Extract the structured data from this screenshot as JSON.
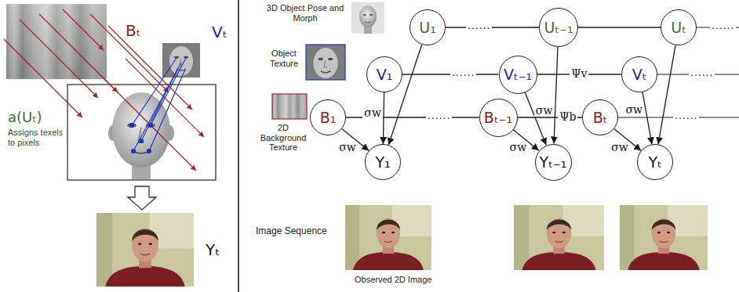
{
  "diagram": {
    "nodes": [
      {
        "text": [
          "U₁"
        ]
      },
      {
        "text": [
          "Uₜ₋₁"
        ]
      },
      {
        "text": [
          "Uₜ"
        ]
      },
      {
        "text": [
          "V₁"
        ]
      },
      {
        "text": [
          "Vₜ₋₁"
        ]
      },
      {
        "text": [
          "Vₜ"
        ]
      },
      {
        "text": [
          "B₁"
        ]
      },
      {
        "text": [
          "Bₜ₋₁"
        ]
      },
      {
        "text": [
          "Bₜ"
        ]
      },
      {
        "text": [
          "Y₁"
        ]
      },
      {
        "text": [
          "Yₜ₋₁"
        ]
      },
      {
        "text": [
          "Yₜ"
        ]
      }
    ],
    "edges": [
      {
        "from": 0,
        "to": 1,
        "arrow": "none"
      },
      {
        "from": 1,
        "to": 2,
        "arrow": "none"
      },
      {
        "from": 3,
        "to": 4,
        "arrow": "none"
      },
      {
        "from": 4,
        "to": 5,
        "label": "Ψv",
        "arrow": "none"
      },
      {
        "from": 6,
        "to": 7,
        "arrow": "none"
      },
      {
        "from": 7,
        "to": 8,
        "label": "Ψb",
        "arrow": "none"
      },
      {
        "from": 0,
        "to": 9,
        "arrow": "to"
      },
      {
        "from": 3,
        "to": 9,
        "label": "σw",
        "arrow": "to"
      },
      {
        "from": 6,
        "to": 9,
        "label": "σw",
        "arrow": "to"
      },
      {
        "from": 1,
        "to": 10,
        "arrow": "to"
      },
      {
        "from": 4,
        "to": 10,
        "label": "σw",
        "arrow": "to"
      },
      {
        "from": 7,
        "to": 10,
        "label": "σw",
        "arrow": "to"
      },
      {
        "from": 2,
        "to": 11,
        "arrow": "to"
      },
      {
        "from": 5,
        "to": 11,
        "label": "σw",
        "arrow": "to"
      },
      {
        "from": 8,
        "to": 11,
        "label": "σw",
        "arrow": "to"
      }
    ],
    "labels": [
      "Bₜ",
      "Vₜ",
      "a(Uₜ)",
      "Assigns texels to pixels",
      "Yₜ",
      "3D Object Pose and Morph",
      "Object Texture",
      "2D Background Texture",
      "Image Sequence",
      "Observed 2D Image",
      "......",
      "......",
      "......",
      "......",
      "......",
      "......"
    ]
  }
}
